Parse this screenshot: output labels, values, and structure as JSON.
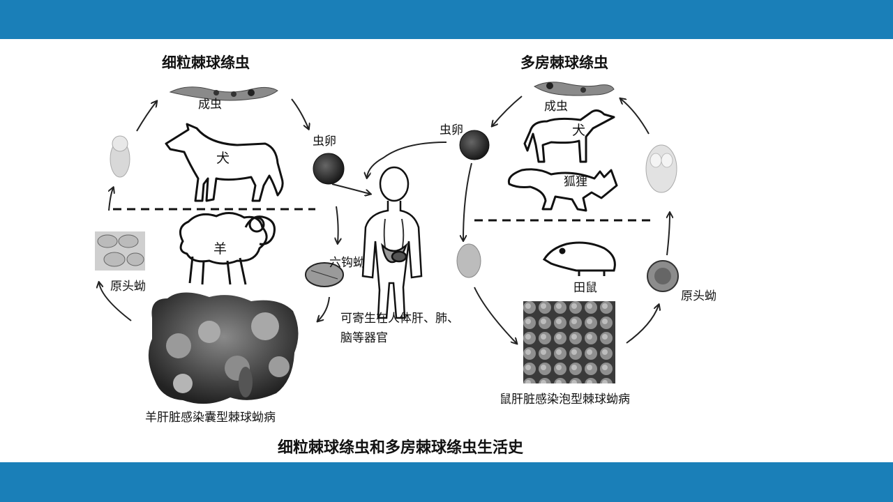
{
  "left": {
    "title": "细粒棘球绦虫",
    "adult": "成虫",
    "host_dog": "犬",
    "egg": "虫卵",
    "oncosphere": "六钩蚴",
    "host_sheep": "羊",
    "protoscolex": "原头蚴",
    "organ_caption": "羊肝脏感染囊型棘球蚴病"
  },
  "right": {
    "title": "多房棘球绦虫",
    "adult": "成虫",
    "egg": "虫卵",
    "host_dog": "犬",
    "host_fox": "狐狸",
    "host_vole": "田鼠",
    "protoscolex": "原头蚴",
    "organ_caption": "鼠肝脏感染泡型棘球蚴病"
  },
  "human": {
    "caption_line1": "可寄生在人体肝、肺、",
    "caption_line2": "脑等器官"
  },
  "figure_caption": "细粒棘球绦虫和多房棘球绦虫生活史"
}
